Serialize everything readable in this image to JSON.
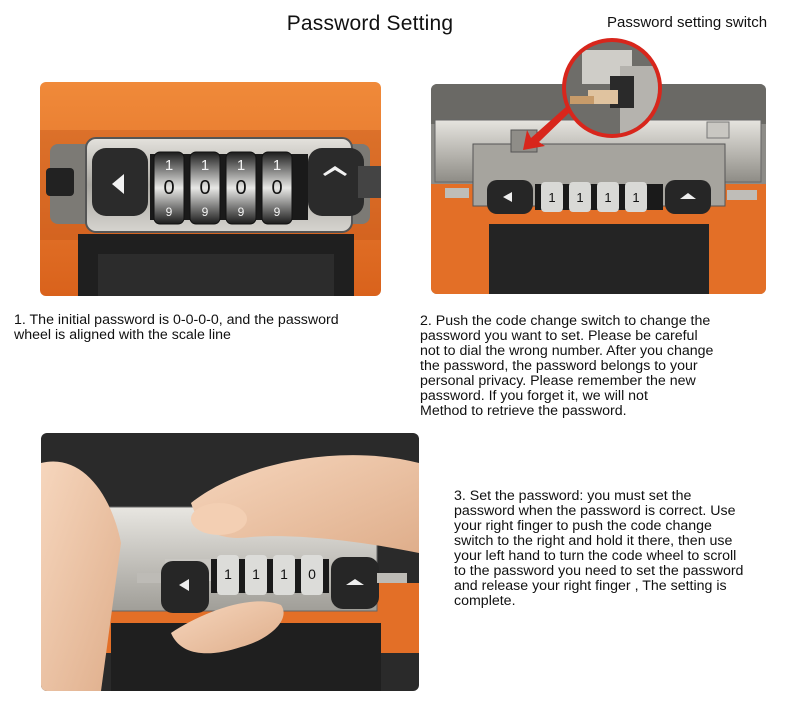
{
  "title": "Password Setting",
  "callout": {
    "label": "Password setting switch"
  },
  "steps": [
    {
      "text": "1. The initial password is 0-0-0-0, and the password\nwheel is aligned with the scale line"
    },
    {
      "text": "2. Push the code change switch to change the\npassword you want to set. Please be careful\nnot to dial the wrong number. After you change\nthe password, the password belongs to your\npersonal privacy. Please remember the new\npassword. If you forget it, we will not\nMethod to retrieve the password."
    },
    {
      "text": "3. Set the password: you must set the\npassword when the password is correct. Use\nyour right finger to push the code change\nswitch to the right and hold it there, then use\nyour left hand to turn the code wheel to scroll\nto the password you need to set the password\nand release your right finger , The setting is\ncomplete."
    }
  ],
  "lock_wheels": {
    "photo1": {
      "above": [
        "1",
        "1",
        "1",
        "1"
      ],
      "center": [
        "0",
        "0",
        "0",
        "0"
      ],
      "below": [
        "9",
        "9",
        "9",
        "9"
      ]
    },
    "photo2": {
      "center": [
        "1",
        "1",
        "1",
        "1"
      ]
    },
    "photo3": {
      "center": [
        "1",
        "1",
        "1",
        "0"
      ]
    }
  },
  "colors": {
    "case_orange": "#e9782a",
    "lock_metal": "#b9b7b2",
    "button_dark": "#2a2a2a",
    "arrow_red": "#d8261c",
    "skin": "#efc7a9"
  }
}
